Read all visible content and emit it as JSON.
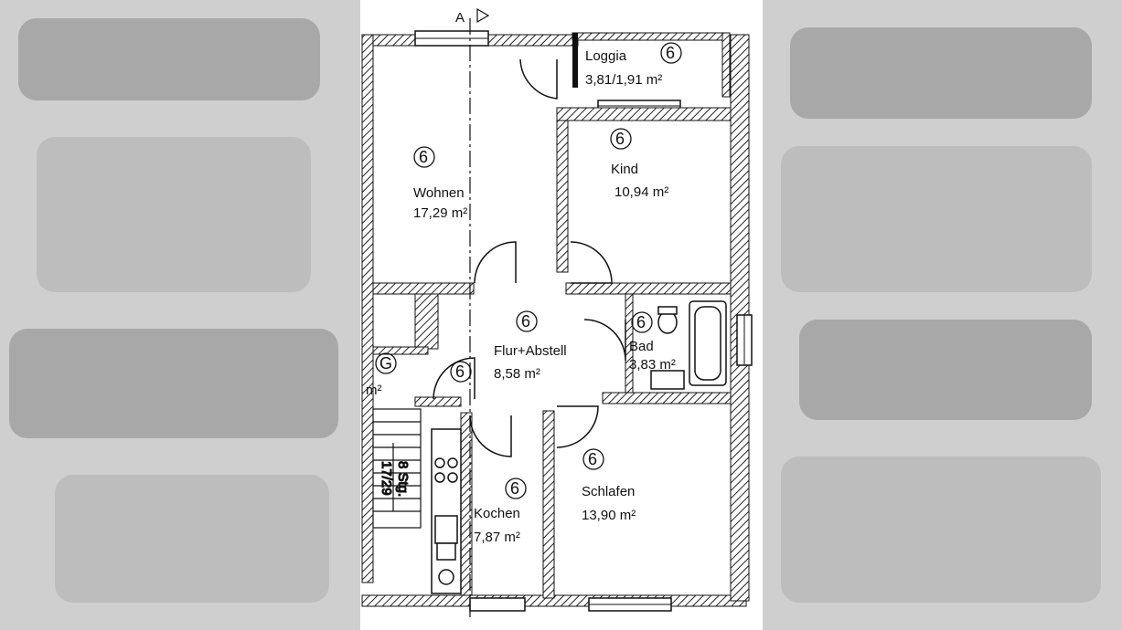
{
  "rooms": [
    {
      "id": "loggia",
      "name": "Loggia",
      "area": "3,81/1,91 m²",
      "marker": "6"
    },
    {
      "id": "wohnen",
      "name": "Wohnen",
      "area": "17,29 m²",
      "marker": "6"
    },
    {
      "id": "kind",
      "name": "Kind",
      "area": "10,94 m²",
      "marker": "6"
    },
    {
      "id": "flur",
      "name": "Flur+Abstell",
      "area": "8,58 m²",
      "marker": "6"
    },
    {
      "id": "bad",
      "name": "Bad",
      "area": "3,83 m²",
      "marker": "6"
    },
    {
      "id": "kochen",
      "name": "Kochen",
      "area": "7,87 m²",
      "marker": "6"
    },
    {
      "id": "schlafen",
      "name": "Schlafen",
      "area": "13,90 m²",
      "marker": "6"
    }
  ],
  "stair_room": {
    "marker": "G",
    "area": "m²"
  },
  "extra_marker": "6",
  "section_label": "A",
  "stair_text": [
    "8 Stg.",
    "17/29"
  ],
  "colors": {
    "wall": "#111111",
    "paper": "#ffffff",
    "surround": "#cfcfcf"
  }
}
